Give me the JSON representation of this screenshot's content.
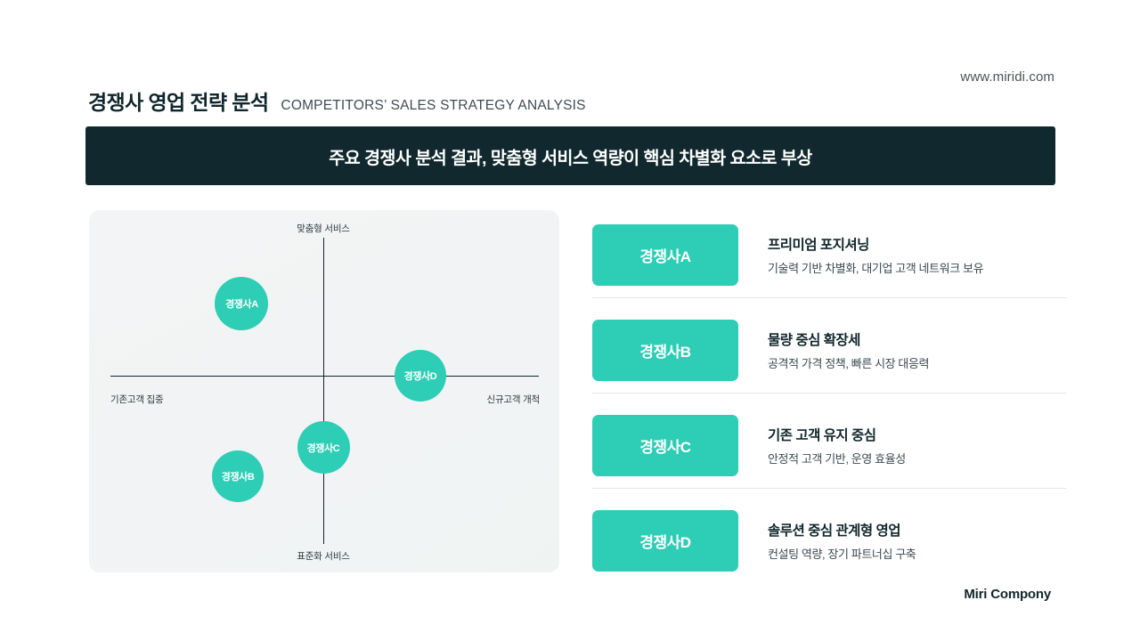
{
  "header": {
    "site_url": "www.miridi.com",
    "title_ko": "경쟁사 영업 전략 분석",
    "title_en": "COMPETITORS’ SALES STRATEGY ANALYSIS"
  },
  "banner": {
    "headline": "주요 경쟁사 분석 결과, 맞춤형 서비스 역량이 핵심 차별화 요소로 부상",
    "background_color": "#11292E",
    "text_color": "#FFFFFF"
  },
  "chart_data": {
    "type": "scatter",
    "title": "",
    "axes": {
      "top_label": "맞춤형 서비스",
      "bottom_label": "표준화 서비스",
      "left_label": "기존고객 집중",
      "right_label": "신규고객 개척"
    },
    "xlabel": "기존고객 집중 ↔ 신규고객 개척",
    "ylabel": "표준화 서비스 ↔ 맞춤형 서비스",
    "xlim": [
      -1,
      1
    ],
    "ylim": [
      -1,
      1
    ],
    "grid": false,
    "legend": "none",
    "points": [
      {
        "label": "경쟁사A",
        "x": -0.42,
        "y": 0.52,
        "size": 60,
        "color": "#2ECDB5"
      },
      {
        "label": "경쟁사B",
        "x": -0.44,
        "y": -0.73,
        "size": 58,
        "color": "#2ECDB5"
      },
      {
        "label": "경쟁사C",
        "x": 0.0,
        "y": -0.52,
        "size": 59,
        "color": "#2ECDB5"
      },
      {
        "label": "경쟁사D",
        "x": 0.5,
        "y": 0.0,
        "size": 58,
        "color": "#2ECDB5"
      }
    ],
    "panel_background": "#F2F3F4",
    "accent_color": "#2ECDB5"
  },
  "competitors": [
    {
      "tag": "경쟁사A",
      "title": "프리미엄 포지셔닝",
      "desc": "기술력 기반 차별화, 대기업 고객 네트워크 보유"
    },
    {
      "tag": "경쟁사B",
      "title": "물량 중심 확장세",
      "desc": "공격적 가격 정책, 빠른 시장 대응력"
    },
    {
      "tag": "경쟁사C",
      "title": "기존 고객 유지 중심",
      "desc": "안정적 고객 기반, 운영 효율성"
    },
    {
      "tag": "경쟁사D",
      "title": "솔루션 중심 관계형 영업",
      "desc": "컨설팅 역량, 장기 파트너십 구축"
    }
  ],
  "footer": {
    "brand": "Miri Compony"
  }
}
